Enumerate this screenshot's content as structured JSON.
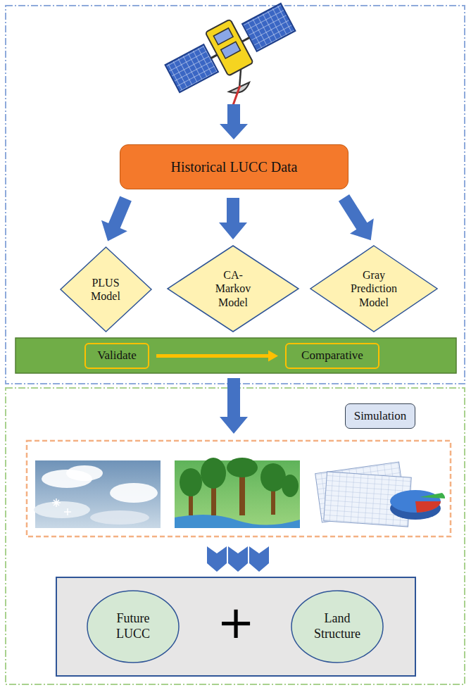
{
  "diagram": {
    "nodes": [
      {
        "text": [
          "Historical LUCC Data"
        ]
      },
      {
        "text": [
          "PLUS Model"
        ]
      },
      {
        "text": [
          "CA-Markov Model"
        ]
      },
      {
        "text": [
          "Gray Prediction Model"
        ]
      },
      {
        "text": [
          "Validate"
        ]
      },
      {
        "text": [
          "Comparative"
        ]
      },
      {
        "text": [
          "Simulation"
        ]
      },
      {
        "text": [
          "Future LUCC"
        ]
      },
      {
        "text": [
          "Land Structure"
        ]
      }
    ],
    "edges": [
      {
        "from": 0,
        "to": 1,
        "arrow": "to"
      },
      {
        "from": 0,
        "to": 2,
        "arrow": "to"
      },
      {
        "from": 0,
        "to": 3,
        "arrow": "to"
      },
      {
        "from": 4,
        "to": 5,
        "arrow": "to"
      }
    ],
    "labels": [
      "+"
    ]
  }
}
